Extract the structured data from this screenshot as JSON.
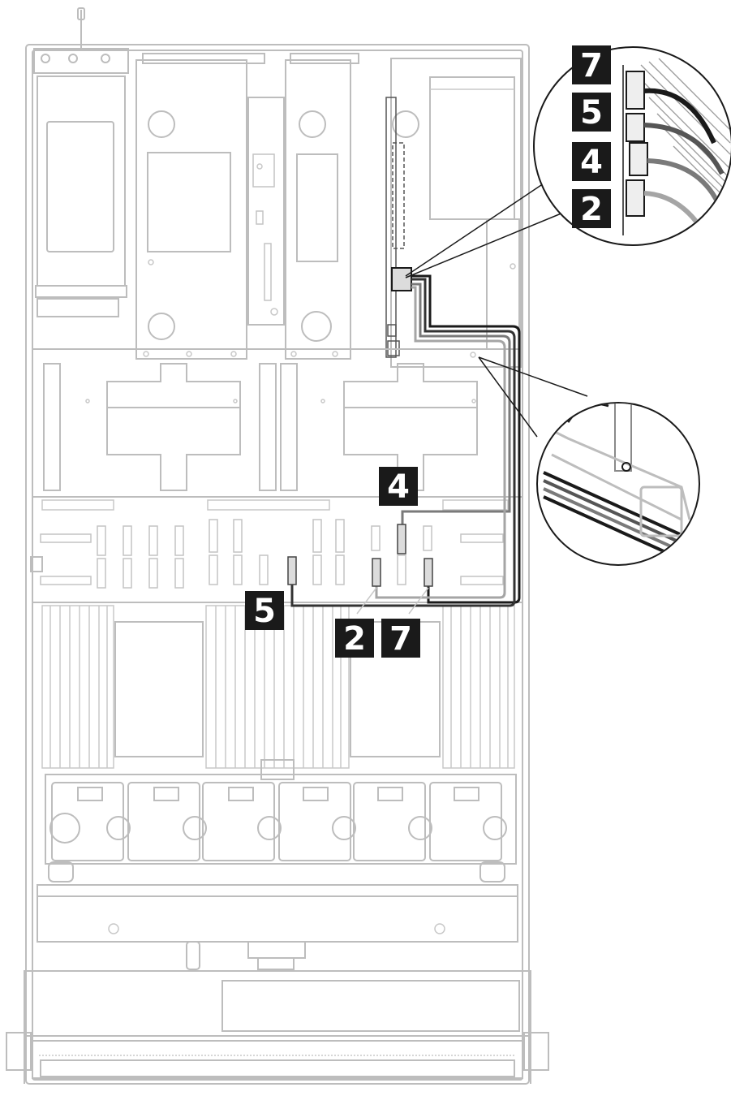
{
  "labels": {
    "main_4": "4",
    "main_5": "5",
    "main_2": "2",
    "main_7": "7",
    "zoom_7": "7",
    "zoom_5": "5",
    "zoom_4": "4",
    "zoom_2": "2"
  },
  "colors": {
    "outline": "#bdbdbd",
    "cable_dark": "#1a1a1a",
    "cable_mid": "#555555",
    "cable_light": "#9a9a9a",
    "label_bg": "#1a1a1a",
    "label_text": "#ffffff"
  }
}
